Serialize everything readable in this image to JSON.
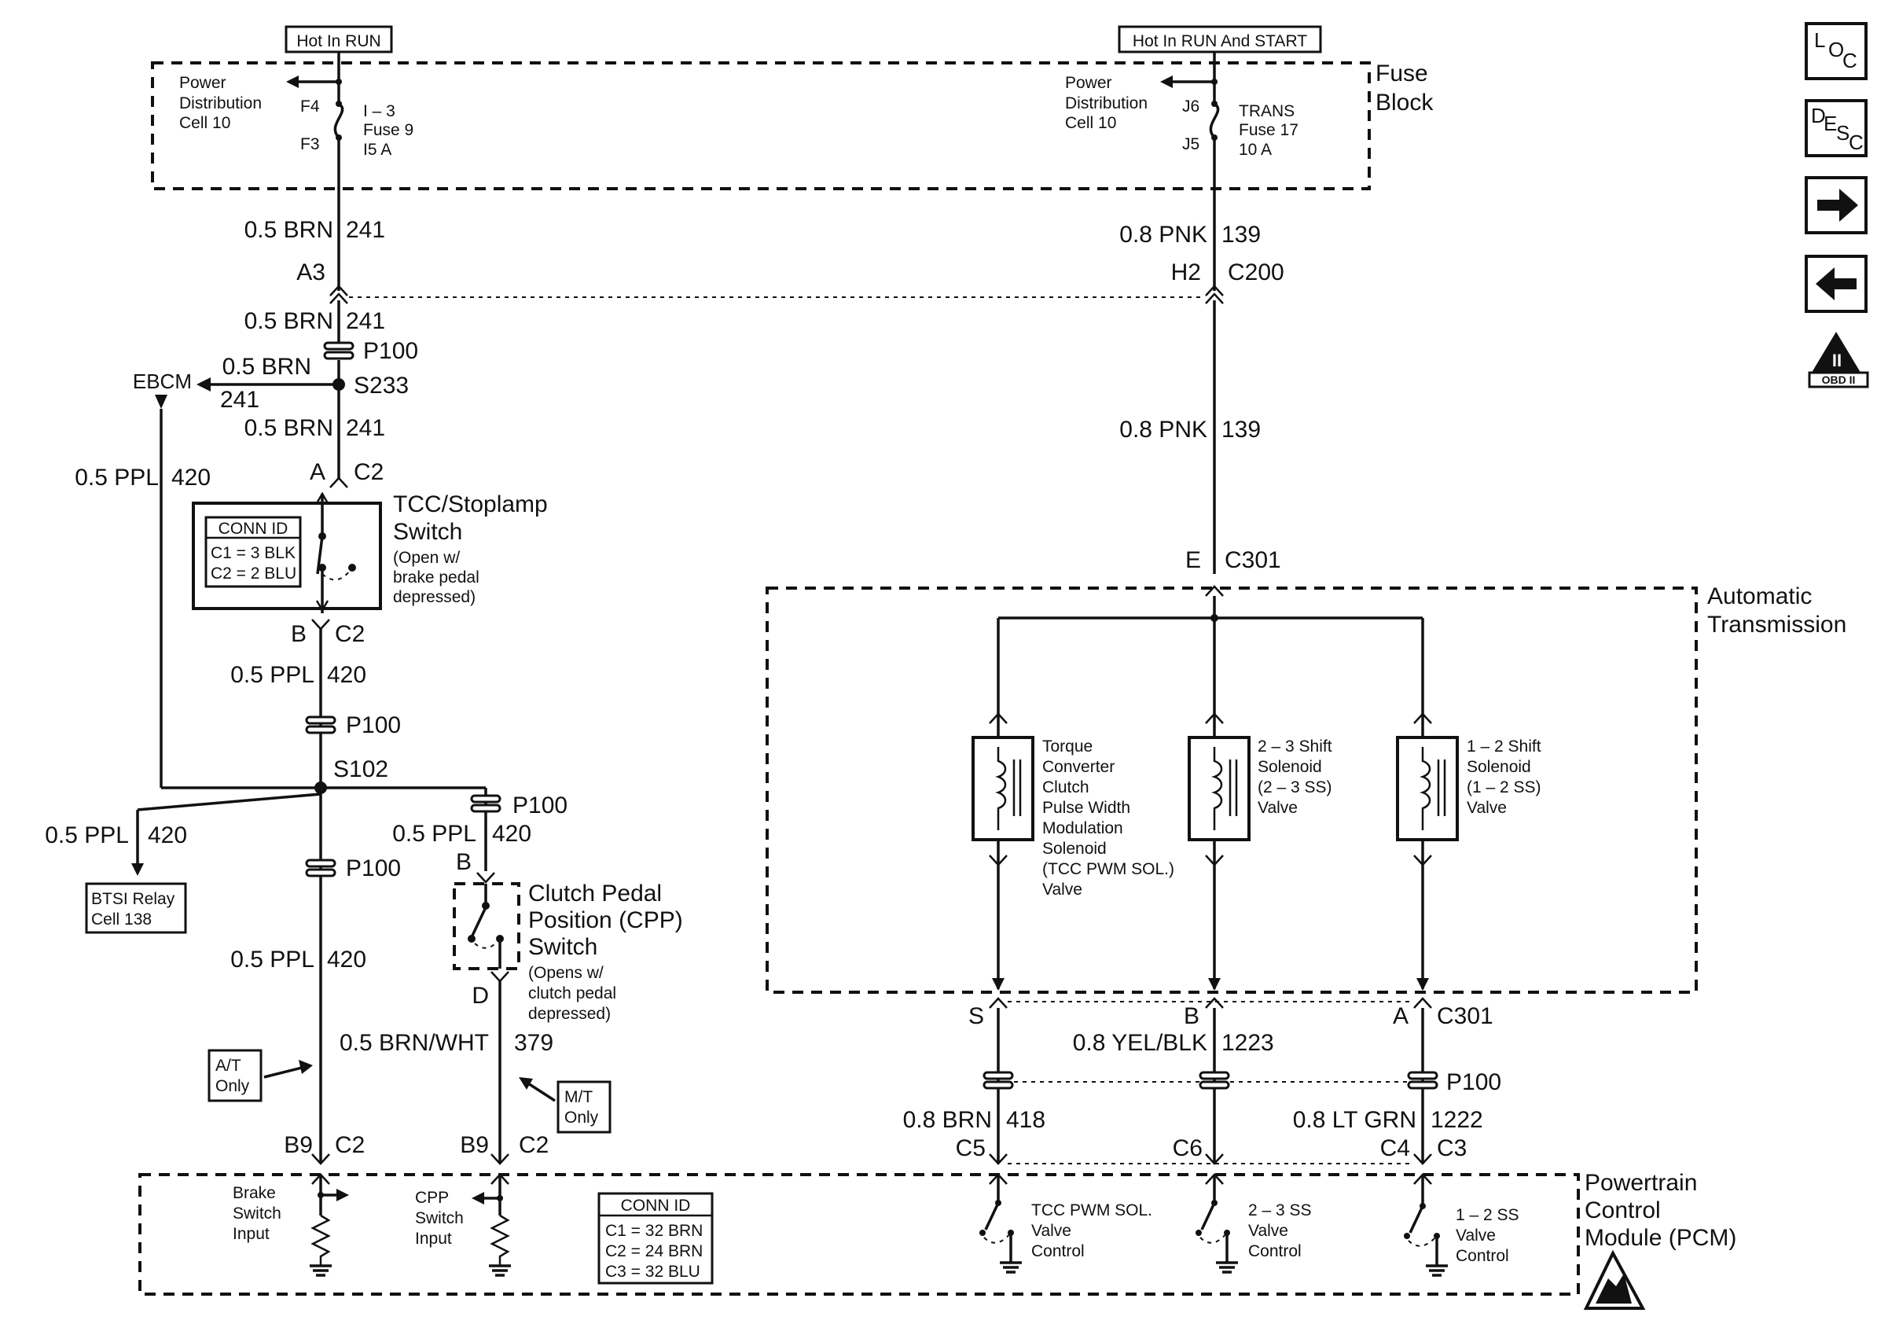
{
  "power_labels": {
    "run": "Hot In RUN",
    "run_start": "Hot In RUN And START"
  },
  "fuse_block": {
    "title_1": "Fuse",
    "title_2": "Block",
    "left": {
      "ref": [
        "Power",
        "Distribution",
        "Cell 10"
      ],
      "pin_top": "F4",
      "pin_bottom": "F3",
      "fuse": [
        "I – 3",
        "Fuse 9",
        "I5 A"
      ]
    },
    "right": {
      "ref": [
        "Power",
        "Distribution",
        "Cell 10"
      ],
      "pin_top": "J6",
      "pin_bottom": "J5",
      "fuse": [
        "TRANS",
        "Fuse 17",
        "10 A"
      ]
    }
  },
  "wires": {
    "brn241_1": "0.5 BRN",
    "brn241_2": "0.5 BRN",
    "brn241_3": "0.5 BRN",
    "brn241_ebcm": "0.5 BRN",
    "num241": "241",
    "pnk139_1": "0.8 PNK",
    "pnk139_2": "0.8 PNK",
    "num139": "139",
    "ppl420_ebcm": "0.5 PPL",
    "ppl420_b": "0.5 PPL",
    "ppl420_btsi": "0.5 PPL",
    "ppl420_cpp": "0.5 PPL",
    "ppl420_bottom": "0.5 PPL",
    "num420": "420",
    "brnwht379": "0.5 BRN/WHT",
    "num379": "379",
    "yelblk1223": "0.8 YEL/BLK",
    "num1223": "1223",
    "brn418": "0.8 BRN",
    "num418": "418",
    "ltgrn1222": "0.8 LT GRN",
    "num1222": "1222"
  },
  "connectors": {
    "a3": "A3",
    "h2": "H2",
    "c200": "C200",
    "p100": "P100",
    "s233": "S233",
    "s102": "S102",
    "ebcm": "EBCM",
    "a": "A",
    "b": "B",
    "c2": "C2",
    "d": "D",
    "e": "E",
    "s": "S",
    "c301": "C301",
    "b9": "B9",
    "c3": "C3",
    "c4": "C4",
    "c5": "C5",
    "c6": "C6"
  },
  "tcc_switch": {
    "title_1": "TCC/Stoplamp",
    "title_2": "Switch",
    "note": [
      "(Open w/",
      "brake pedal",
      "depressed)"
    ],
    "conn_id_title": "CONN ID",
    "conn_id": [
      "C1 = 3 BLK",
      "C2 = 2 BLU"
    ]
  },
  "btsi": [
    "BTSI Relay",
    "Cell 138"
  ],
  "cpp_switch": {
    "title": [
      "Clutch Pedal",
      "Position (CPP)",
      "Switch"
    ],
    "note": [
      "(Opens w/",
      "clutch pedal",
      "depressed)"
    ]
  },
  "at_only": [
    "A/T",
    "Only"
  ],
  "mt_only": [
    "M/T",
    "Only"
  ],
  "transmission": {
    "title": [
      "Automatic",
      "Transmission"
    ],
    "tcc_solenoid": [
      "Torque",
      "Converter",
      "Clutch",
      "Pulse Width",
      "Modulation",
      "Solenoid",
      "(TCC PWM SOL.)",
      "Valve"
    ],
    "ss23": [
      "2 – 3 Shift",
      "Solenoid",
      "(2 – 3 SS)",
      "Valve"
    ],
    "ss12": [
      "1 – 2 Shift",
      "Solenoid",
      "(1 – 2 SS)",
      "Valve"
    ]
  },
  "pcm": {
    "title": [
      "Powertrain",
      "Control",
      "Module (PCM)"
    ],
    "brake_input": [
      "Brake",
      "Switch",
      "Input"
    ],
    "cpp_input": [
      "CPP",
      "Switch",
      "Input"
    ],
    "conn_id_title": "CONN ID",
    "conn_id": [
      "C1 = 32 BRN",
      "C2 = 24 BRN",
      "C3 = 32 BLU"
    ],
    "tcc_ctrl": [
      "TCC PWM SOL.",
      "Valve",
      "Control"
    ],
    "ss23_ctrl": [
      "2 – 3 SS",
      "Valve",
      "Control"
    ],
    "ss12_ctrl": [
      "1 – 2 SS",
      "Valve",
      "Control"
    ]
  },
  "nav": {
    "loc": [
      "L",
      "O",
      "C"
    ],
    "desc": [
      "D",
      "E",
      "S",
      "C"
    ],
    "obd": "OBD II",
    "obd_roman": "II"
  }
}
